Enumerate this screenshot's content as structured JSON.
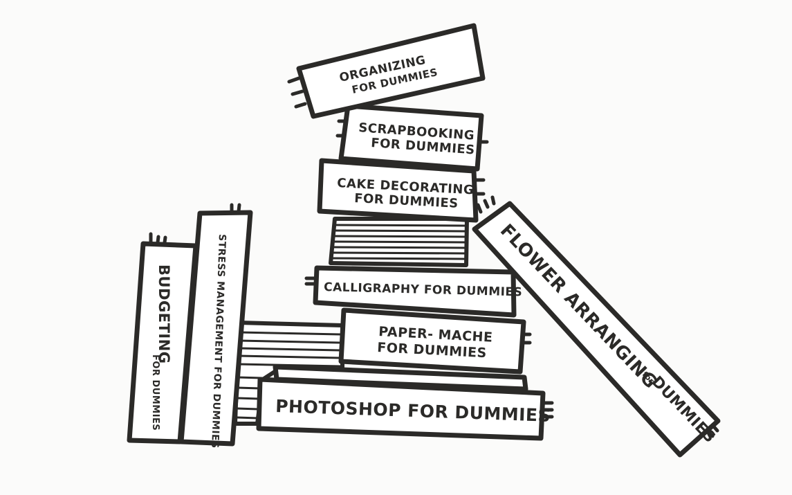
{
  "colors": {
    "ink": "#2b2a28",
    "paper": "#ffffff",
    "background": "#fbfbfa"
  },
  "books": {
    "organizing": {
      "line1": "ORGANIZING",
      "line2": "FOR DUMMIES"
    },
    "scrapbooking": {
      "line1": "SCRAPBOOKING",
      "line2": "FOR DUMMIES"
    },
    "cake": {
      "line1": "CAKE DECORATING",
      "line2": "FOR DUMMIES"
    },
    "calligraphy": {
      "title": "CALLIGRAPHY FOR DUMMIES"
    },
    "papermache": {
      "line1": "PAPER- MACHE",
      "line2": "FOR DUMMIES"
    },
    "photoshop": {
      "title": "PHOTOSHOP FOR DUMMIES"
    },
    "flower": {
      "main": "FLOWER ARRANGING",
      "small": "for",
      "end": "DUMMIES"
    },
    "budgeting": {
      "main": "BUDGETING",
      "small": "FOR DUMMIES"
    },
    "stress": {
      "title": "STRESS MANAGEMENT FOR DUMMIES"
    }
  }
}
